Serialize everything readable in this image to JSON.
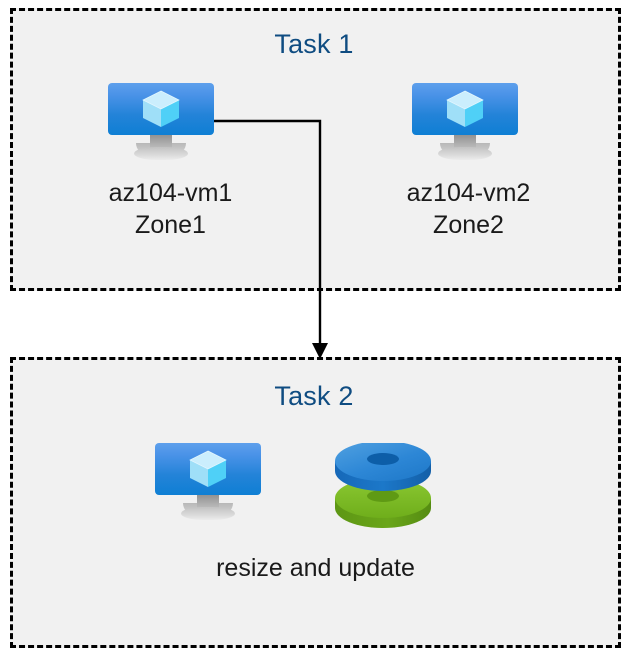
{
  "diagram": {
    "title_color": "#0f4c81",
    "box_fill": "#f1f1f1",
    "box_border_color": "#000000",
    "connector_color": "#000000",
    "page_background": "#ffffff"
  },
  "task1": {
    "title": "Task 1",
    "vm1": {
      "icon": "azure-virtual-machine-icon",
      "label": "az104-vm1\nZone1",
      "name": "az104-vm1",
      "zone": "Zone1"
    },
    "vm2": {
      "icon": "azure-virtual-machine-icon",
      "label": "az104-vm2\nZone2",
      "name": "az104-vm2",
      "zone": "Zone2"
    }
  },
  "task2": {
    "title": "Task 2",
    "vm": {
      "icon": "azure-virtual-machine-icon"
    },
    "disks": {
      "icon": "azure-disks-icon",
      "top_disk_color": "#2e8ad8",
      "bottom_disk_color": "#76bc21"
    },
    "caption": "resize and update"
  },
  "connector": {
    "from": "az104-vm1",
    "to": "Task 2",
    "style": "elbow-arrow"
  }
}
